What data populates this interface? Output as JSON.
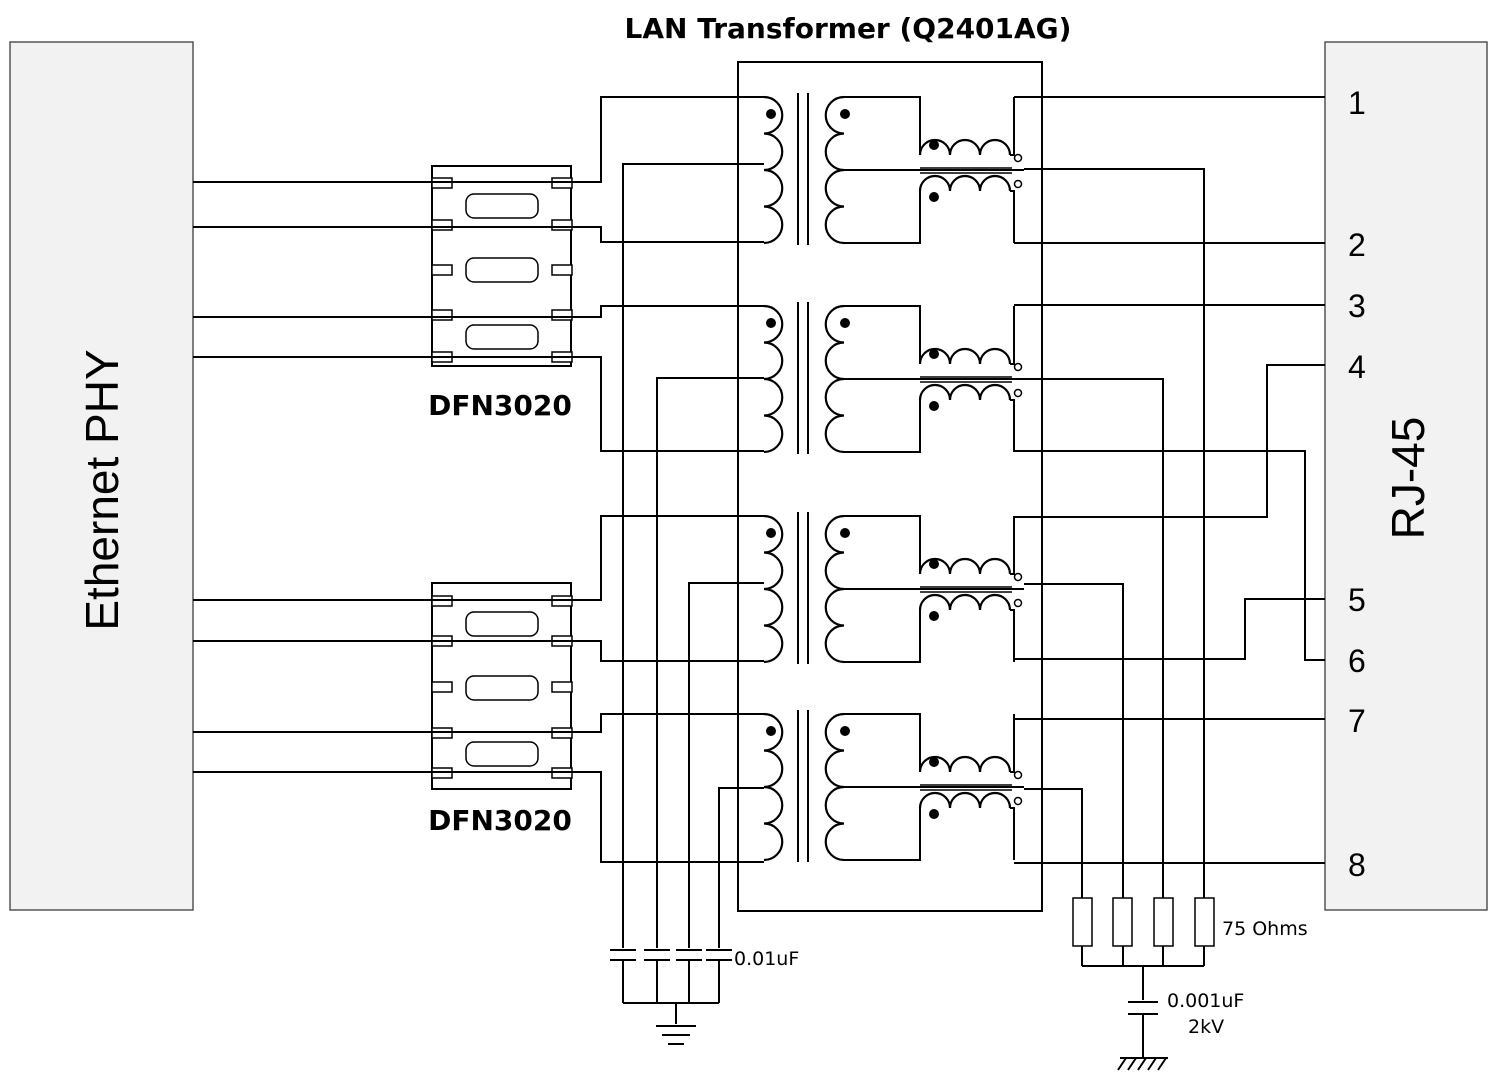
{
  "title": "LAN Transformer (Q2401AG)",
  "phy_label": "Ethernet PHY",
  "rj45_label": "RJ-45",
  "tvs_label_top": "DFN3020",
  "tvs_label_bottom": "DFN3020",
  "pins": [
    "1",
    "2",
    "3",
    "4",
    "5",
    "6",
    "7",
    "8"
  ],
  "cap_label": "0.01uF",
  "resistor_label": "75 Ohms",
  "hv_cap_value": "0.001uF",
  "hv_cap_voltage": "2kV",
  "colors": {
    "wire": "#000000",
    "block_fill": "#f2f2f2",
    "block_stroke": "#555555"
  }
}
